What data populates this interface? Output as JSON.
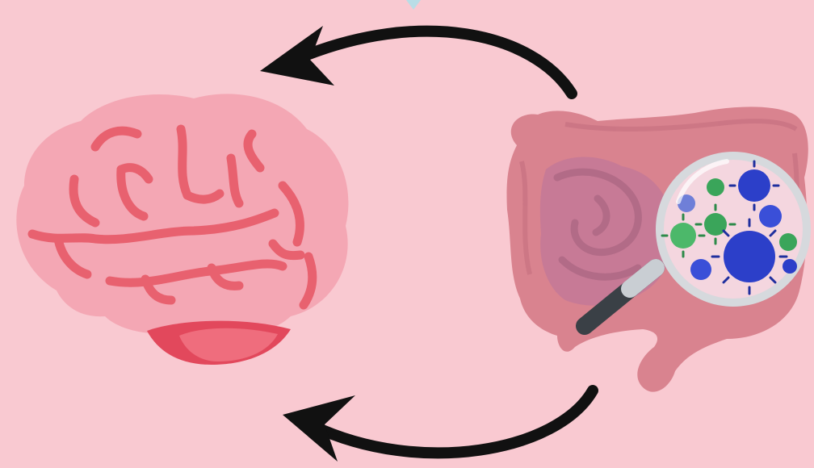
{
  "diagram": {
    "nodes": [
      {
        "id": "brain",
        "icon": "brain-icon"
      },
      {
        "id": "gut",
        "icon": "intestines-with-magnifier-icon"
      }
    ],
    "edges": [
      {
        "from": "gut",
        "to": "brain",
        "arrow": "curved-top-arrow"
      },
      {
        "from": "gut",
        "to": "brain",
        "arrow": "curved-bottom-arrow"
      }
    ],
    "colors": {
      "background": "#f9c9d1",
      "brain_fill": "#f4a7b4",
      "brain_lines": "#e8616f",
      "intestine": "#d9838f",
      "microbe_blue": "#2c3fc9",
      "microbe_green": "#3aa55a",
      "arrow": "#111111"
    }
  }
}
